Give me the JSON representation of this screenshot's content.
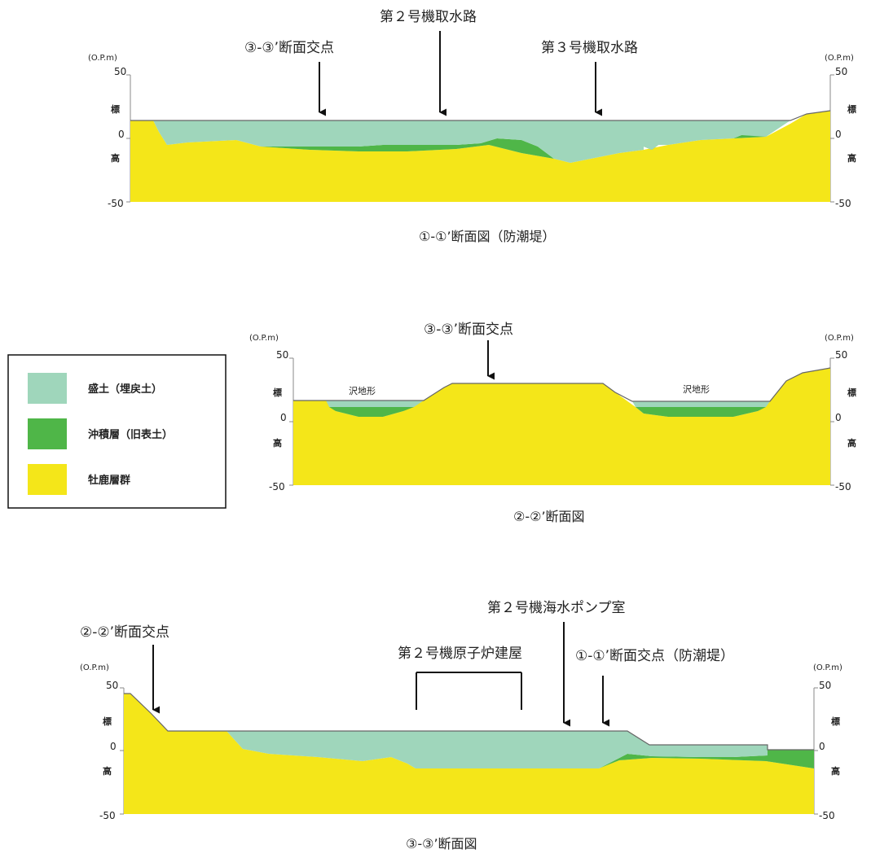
{
  "colors": {
    "fill": "#9fd6bb",
    "alluvium": "#4fb648",
    "bedrock": "#f4e619",
    "outline": "#666666"
  },
  "legend": {
    "items": [
      {
        "label": "盛土（埋戻土）",
        "color": "#9fd6bb"
      },
      {
        "label": "沖積層（旧表土）",
        "color": "#4fb648"
      },
      {
        "label": "牡鹿層群",
        "color": "#f4e619"
      }
    ]
  },
  "axis": {
    "unit": "(O.P.m)",
    "ticks": [
      "50",
      "0",
      "-50"
    ],
    "label_top": "標",
    "label_bottom": "高"
  },
  "section1": {
    "caption": "①-①’断面図（防潮堤）",
    "ann_33": "③-③’断面交点",
    "ann_unit2": "第２号機取水路",
    "ann_unit3": "第３号機取水路"
  },
  "section2": {
    "caption": "②-②’断面図",
    "ann_33": "③-③’断面交点",
    "marsh_left": "沢地形",
    "marsh_right": "沢地形"
  },
  "section3": {
    "caption": "③-③’断面図",
    "ann_22": "②-②’断面交点",
    "ann_reactor": "第２号機原子炉建屋",
    "ann_pump": "第２号機海水ポンプ室",
    "ann_11": "①-①’断面交点（防潮堤）"
  }
}
